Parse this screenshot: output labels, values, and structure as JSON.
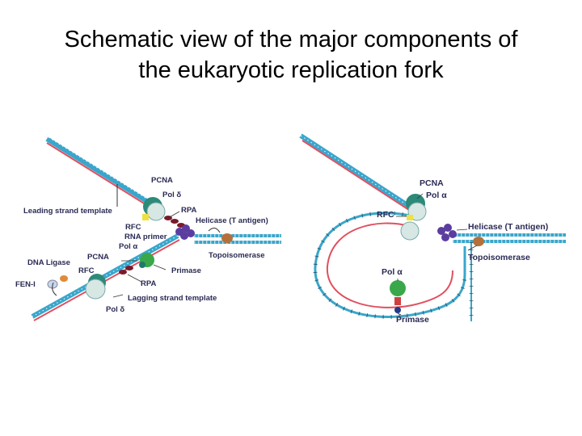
{
  "title": {
    "line1": "Schematic view of the major components of",
    "line2": "the eukaryotic replication fork"
  },
  "colors": {
    "dna_blue": "#3aa6cc",
    "dna_red": "#e0505f",
    "label_text": "#2a2a55",
    "helicase_purple": "#5b3da0",
    "rpa_maroon": "#7a1a2a",
    "topoisomerase_brown": "#b5703a",
    "primase_green": "#3aa84a",
    "pcna_teal": "#1f7a6a"
  },
  "left_panel": {
    "labels": {
      "pcna_top": "PCNA",
      "pol_delta_top": "Pol δ",
      "leading_strand_template": "Leading strand template",
      "rpa_top": "RPA",
      "helicase": "Helicase (T antigen)",
      "rfc_top": "RFC",
      "rna_primer": "RNA primer",
      "pol_alpha": "Pol α",
      "topoisomerase": "Topoisomerase",
      "dna_ligase": "DNA Ligase",
      "pcna_bottom": "PCNA",
      "primase": "Primase",
      "rfc_bottom": "RFC",
      "fen1": "FEN-I",
      "rpa_bottom": "RPA",
      "lagging_strand_template": "Lagging strand template",
      "pol_delta_bottom": "Pol δ"
    }
  },
  "right_panel": {
    "labels": {
      "pcna": "PCNA",
      "pol_alpha_top": "Pol α",
      "rfc": "RFC",
      "helicase": "Helicase (T antigen)",
      "topoisomerase": "Topoisomerase",
      "pol_alpha_bottom": "Pol α",
      "primase": "Primase"
    }
  }
}
